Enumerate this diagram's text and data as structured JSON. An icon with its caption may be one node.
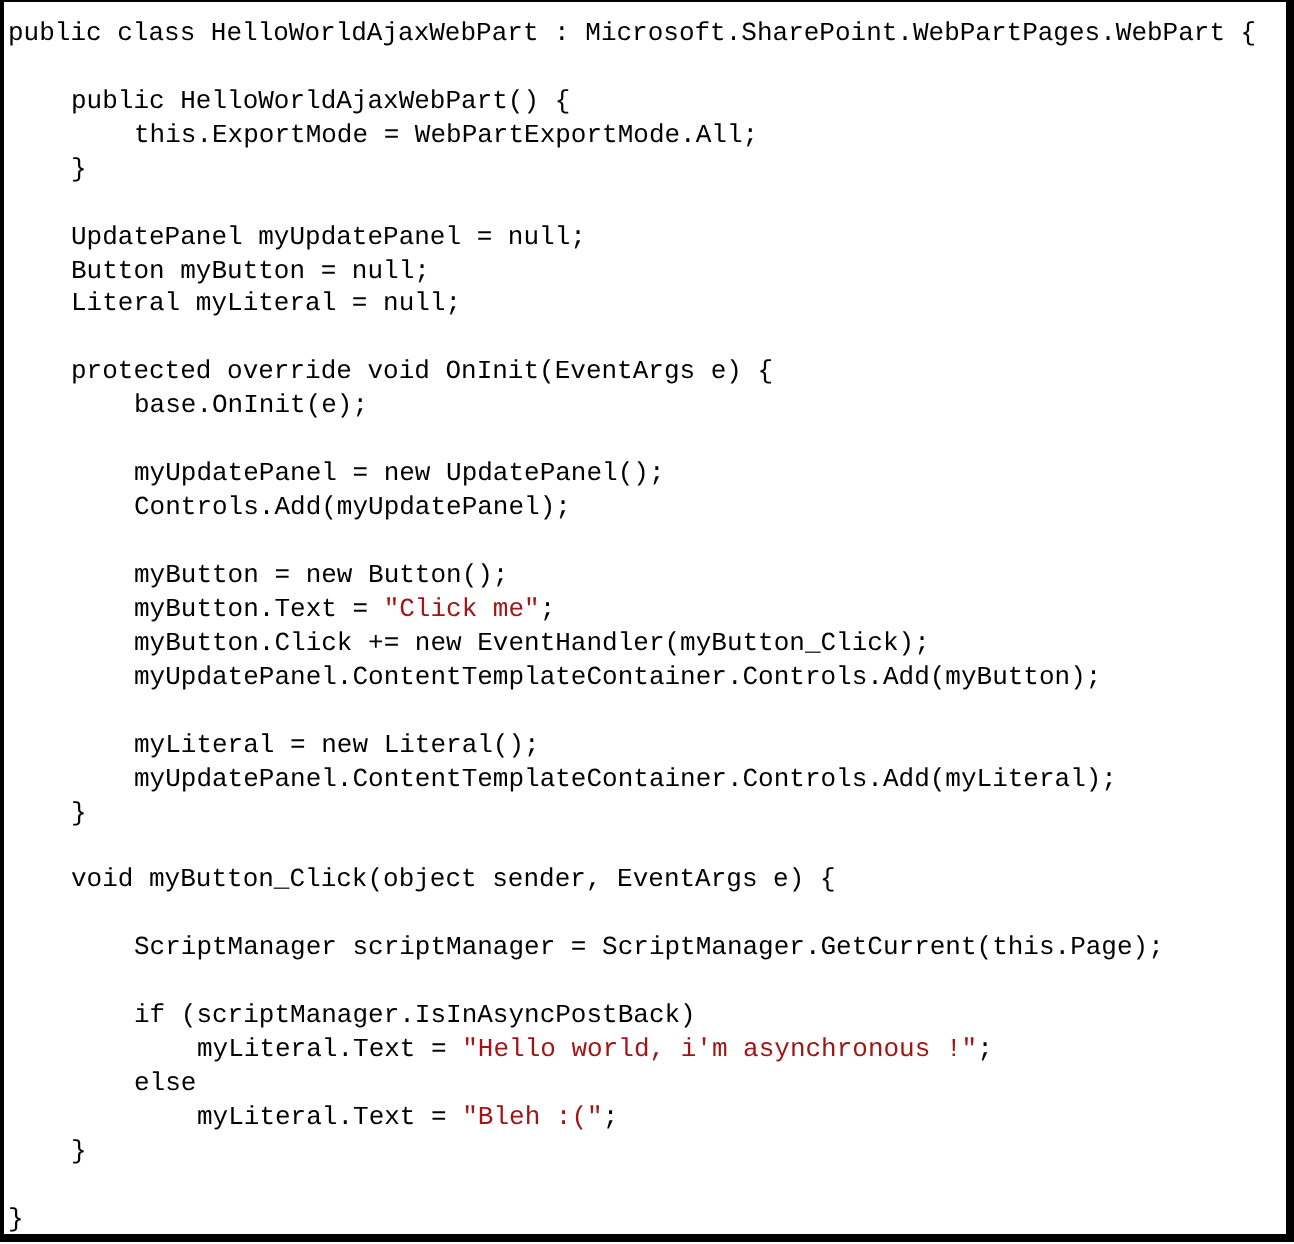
{
  "diagram": {
    "labels": [
      "public class HelloWorldAjaxWebPart : Microsoft.SharePoint.WebPartPages.WebPart {",
      "public HelloWorldAjaxWebPart() {",
      "this.ExportMode = WebPartExportMode.All;",
      "}",
      "UpdatePanel myUpdatePanel = null;",
      "Button myButton = null;",
      "Literal myLiteral = null;",
      "protected override void OnInit(EventArgs e) {",
      "base.OnInit(e);",
      "myUpdatePanel = new UpdatePanel();",
      "Controls.Add(myUpdatePanel);",
      "myButton = new Button();",
      "myButton.Text = \"Click me\";",
      "myButton.Click += new EventHandler(myButton_Click);",
      "myUpdatePanel.ContentTemplateContainer.Controls.Add(myButton);",
      "myLiteral = new Literal();",
      "myUpdatePanel.ContentTemplateContainer.Controls.Add(myLiteral);",
      "}",
      "void myButton_Click(object sender, EventArgs e) {",
      "ScriptManager scriptManager = ScriptManager.GetCurrent(this.Page);",
      "if (scriptManager.IsInAsyncPostBack)",
      "myLiteral.Text = \"Hello world, i'm asynchronous !\";",
      "else",
      "myLiteral.Text = \"Bleh :(\";",
      "}",
      "}"
    ]
  }
}
